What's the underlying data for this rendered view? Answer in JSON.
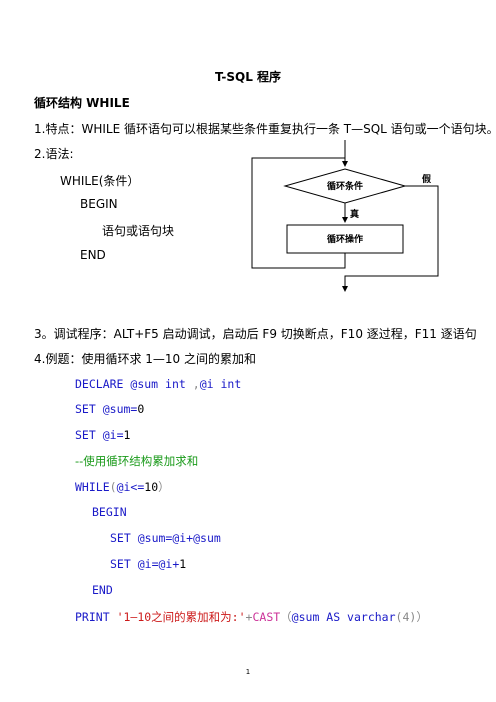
{
  "doc": {
    "title": "T-SQL 程序",
    "section_heading": "循环结构 WHILE",
    "p1": "1.特点：WHILE 循环语句可以根据某些条件重复执行一条 T—SQL 语句或一个语句块。",
    "p2": "2.语法:",
    "syntax": {
      "while_line": "WHILE(条件）",
      "begin": "BEGIN",
      "body": "语句或语句块",
      "end": "END"
    },
    "p3": "3。调试程序：ALT+F5  启动调试，启动后 F9 切换断点，F10 逐过程，F11 逐语句",
    "p4": "4.例题：使用循环求 1—10 之间的累加和",
    "page_number": "1"
  },
  "flowchart": {
    "condition": "循环条件",
    "true_label": "真",
    "false_label": "假",
    "action": "循环操作"
  },
  "code": {
    "l1_kw": "DECLARE",
    "l1_var1": "@sum",
    "l1_type1": "int",
    "l1_comma": ",",
    "l1_var2": "@i",
    "l1_type2": "int",
    "l2_kw": "SET",
    "l2_expr": "@sum=",
    "l2_val": "0",
    "l3_kw": "SET",
    "l3_expr": "@i=",
    "l3_val": "1",
    "comment": "--使用循环结构累加求和",
    "l5_kw": "WHILE",
    "l5_open": "(",
    "l5_cond": "@i<=",
    "l5_val": "10",
    "l5_close": "）",
    "begin": "BEGIN",
    "l7_kw": "SET",
    "l7_expr": "@sum=@i+@sum",
    "l8_kw": "SET",
    "l8_expr": "@i=@i+",
    "l8_val": "1",
    "end": "END",
    "l10_kw": "PRINT",
    "l10_str": "'1—10之间的累加和为:'",
    "l10_plus": "+",
    "l10_func": "CAST",
    "l10_open": "（",
    "l10_arg": "@sum AS varchar",
    "l10_paren": "(4)",
    "l10_close": "）"
  },
  "colors": {
    "keyword": "#1a1ac8",
    "comment": "#1a9a1a",
    "string": "#cc1a1a",
    "function": "#cc3399",
    "operator": "#888888"
  }
}
